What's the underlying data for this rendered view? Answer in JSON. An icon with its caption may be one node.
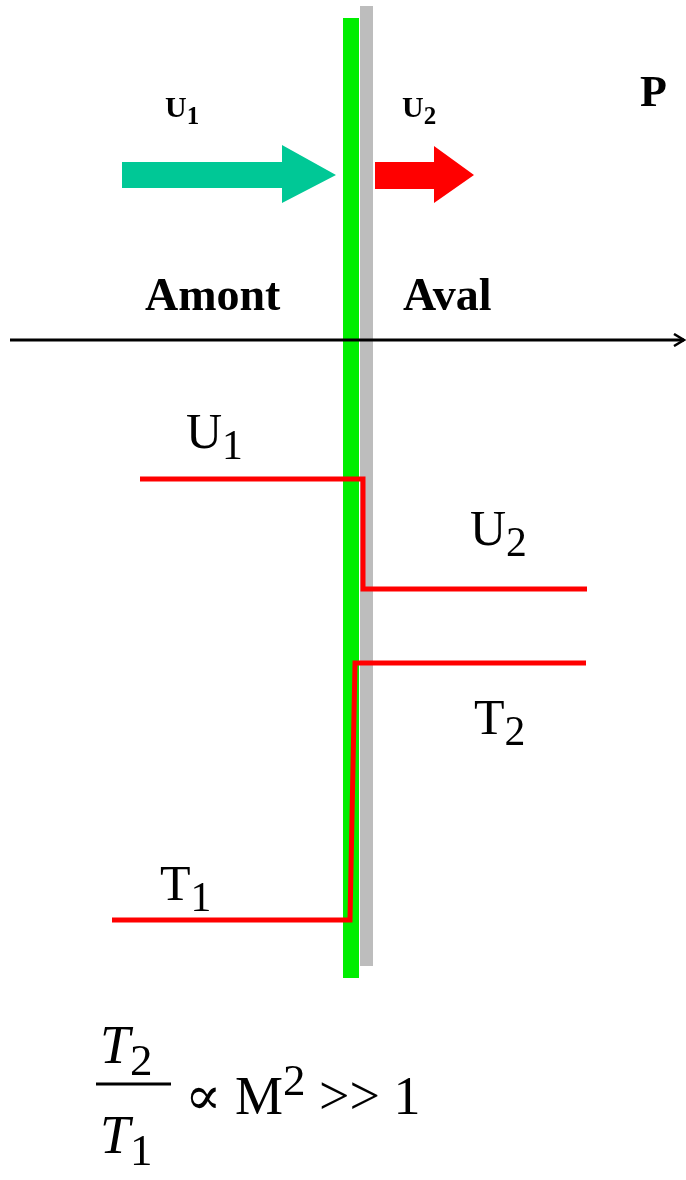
{
  "diagram": {
    "labels": [
      "U$_{1}$",
      "U$_{2}$",
      "P",
      "Amont",
      "Aval",
      "U$_{1}$",
      "U$_{2}$",
      "T$_{2}$",
      "T$_{1}$",
      "*T*$_{2}$",
      "*T*$_{1}$",
      "∝ M$^{2}$ >> 1"
    ]
  }
}
